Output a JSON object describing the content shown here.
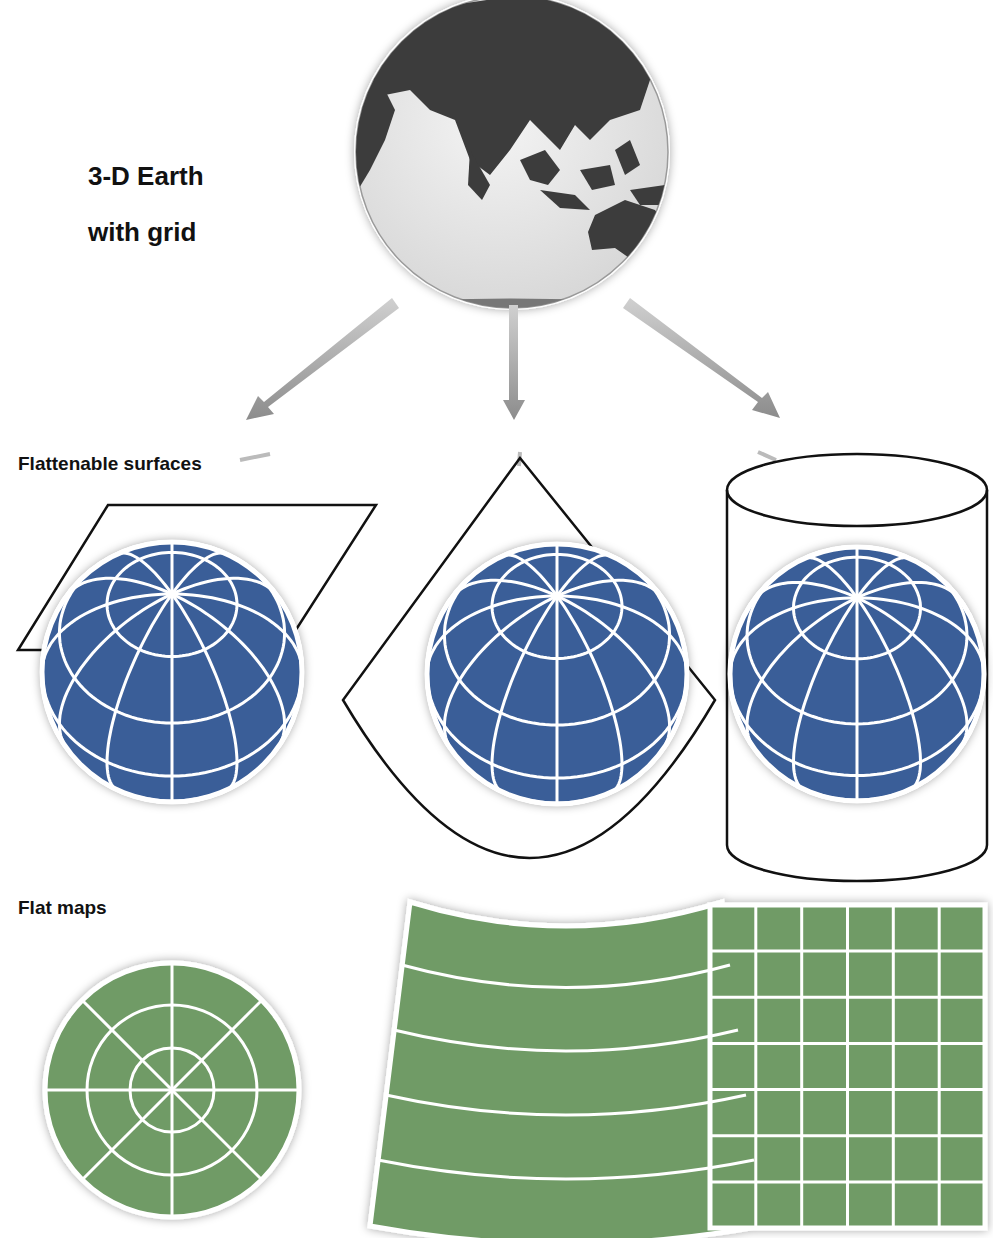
{
  "diagram": {
    "labels": [
      "3-D Earth with grid",
      "Flattenable surfaces",
      "Flat maps"
    ]
  }
}
